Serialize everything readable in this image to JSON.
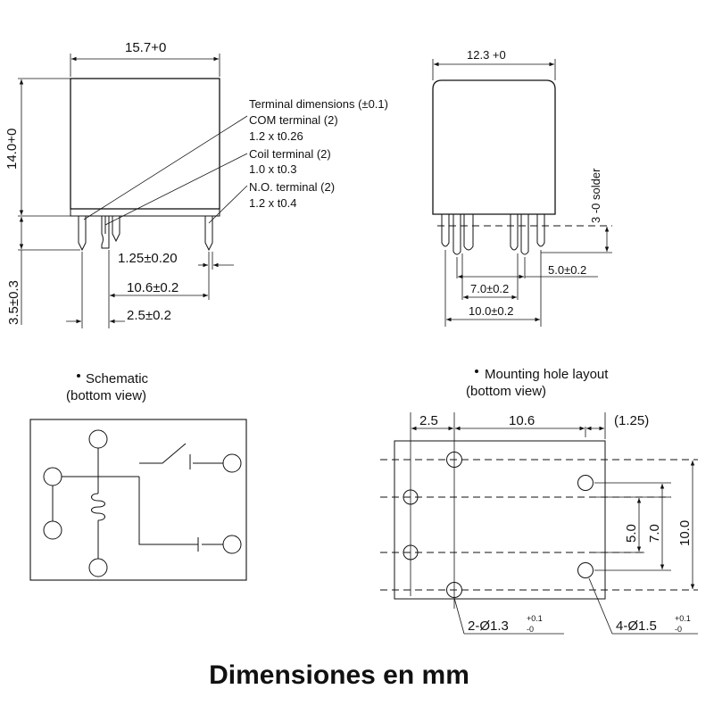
{
  "footer": {
    "title": "Dimensiones en mm"
  },
  "front_view": {
    "width": "15.7+0",
    "height": "14.0+0",
    "pin_length": "3.5±0.3",
    "dim_1_25": "1.25±0.20",
    "dim_10_6": "10.6±0.2",
    "dim_2_5": "2.5±0.2"
  },
  "terminal_notes": {
    "heading": "Terminal dimensions (±0.1)",
    "com_label": "COM terminal (2)",
    "com_size": "1.2 x t0.26",
    "coil_label": "Coil terminal (2)",
    "coil_size": "1.0 x t0.3",
    "no_label": "N.O. terminal (2)",
    "no_size": "1.2 x t0.4"
  },
  "side_view": {
    "width": "12.3 +0",
    "solder": "3 -0 solder",
    "dim_5_0": "5.0±0.2",
    "dim_7_0": "7.0±0.2",
    "dim_10_0": "10.0±0.2"
  },
  "schematic": {
    "title": "Schematic",
    "subtitle": "(bottom view)"
  },
  "mounting": {
    "title": "Mounting hole layout",
    "subtitle": "(bottom view)",
    "dim_2_5": "2.5",
    "dim_10_6": "10.6",
    "dim_1_25": "(1.25)",
    "dim_5_0": "5.0",
    "dim_7_0": "7.0",
    "dim_10_0": "10.0",
    "hole_small": "2-Ø1.3",
    "hole_large": "4-Ø1.5",
    "tol_plus": "+0.1",
    "tol_minus": "-0"
  }
}
